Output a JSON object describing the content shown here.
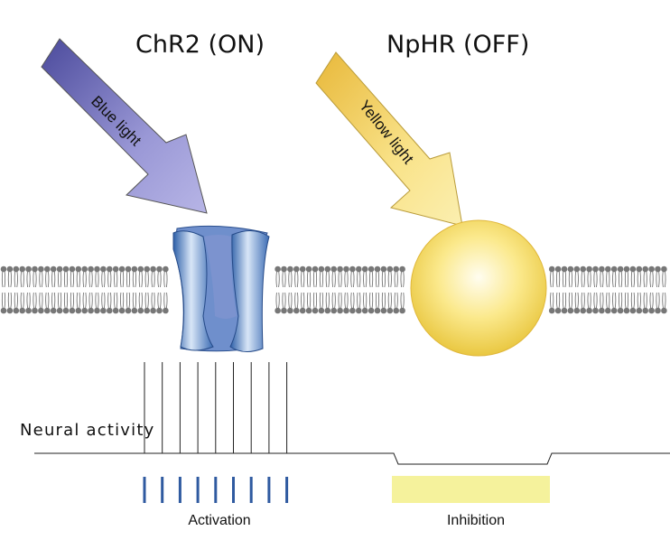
{
  "channels": {
    "chr2": {
      "title": "ChR2 (ON)",
      "light_label": "Blue light",
      "color": "#8e8ccc"
    },
    "nphr": {
      "title": "NpHR (OFF)",
      "light_label": "Yellow light",
      "color": "#f5d64a"
    }
  },
  "trace": {
    "label": "Neural activity",
    "activation_label": "Activation",
    "inhibition_label": "Inhibition",
    "spike_count": 9,
    "pulse_color": "#2f5aa0",
    "inhibition_bar_color": "#f5f29c"
  },
  "membrane": {
    "head_color": "#777777"
  }
}
